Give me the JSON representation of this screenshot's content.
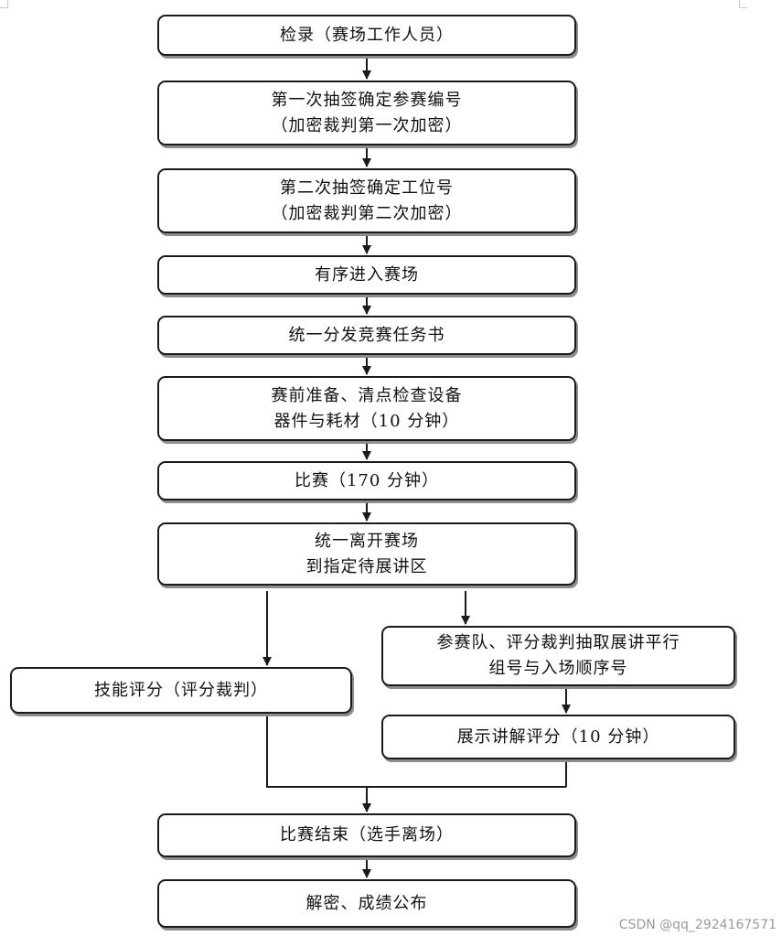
{
  "flowchart": {
    "checkin": "检录（赛场工作人员）",
    "first_draw": [
      "第一次抽签确定参赛编号",
      "（加密裁判第一次加密）"
    ],
    "second_draw": [
      "第二次抽签确定工位号",
      "（加密裁判第二次加密）"
    ],
    "enter": "有序进入赛场",
    "distribute": "统一分发竞赛任务书",
    "prepare": [
      "赛前准备、清点检查设备",
      "器件与耗材（10 分钟）"
    ],
    "compete": "比赛（170 分钟）",
    "leave": [
      "统一离开赛场",
      "到指定待展讲区"
    ],
    "skill_score": "技能评分（评分裁判）",
    "draw_order": [
      "参赛队、评分裁判抽取展讲平行",
      "组号与入场顺序号"
    ],
    "presentation": "展示讲解评分（10 分钟）",
    "end": "比赛结束（选手离场）",
    "publish": "解密、成绩公布"
  },
  "watermark": "CSDN @qq_2924167571",
  "colors": {
    "stroke": "#1a1a1a",
    "shadow": "#8c8c8c",
    "watermark": "#9a9a9a"
  }
}
